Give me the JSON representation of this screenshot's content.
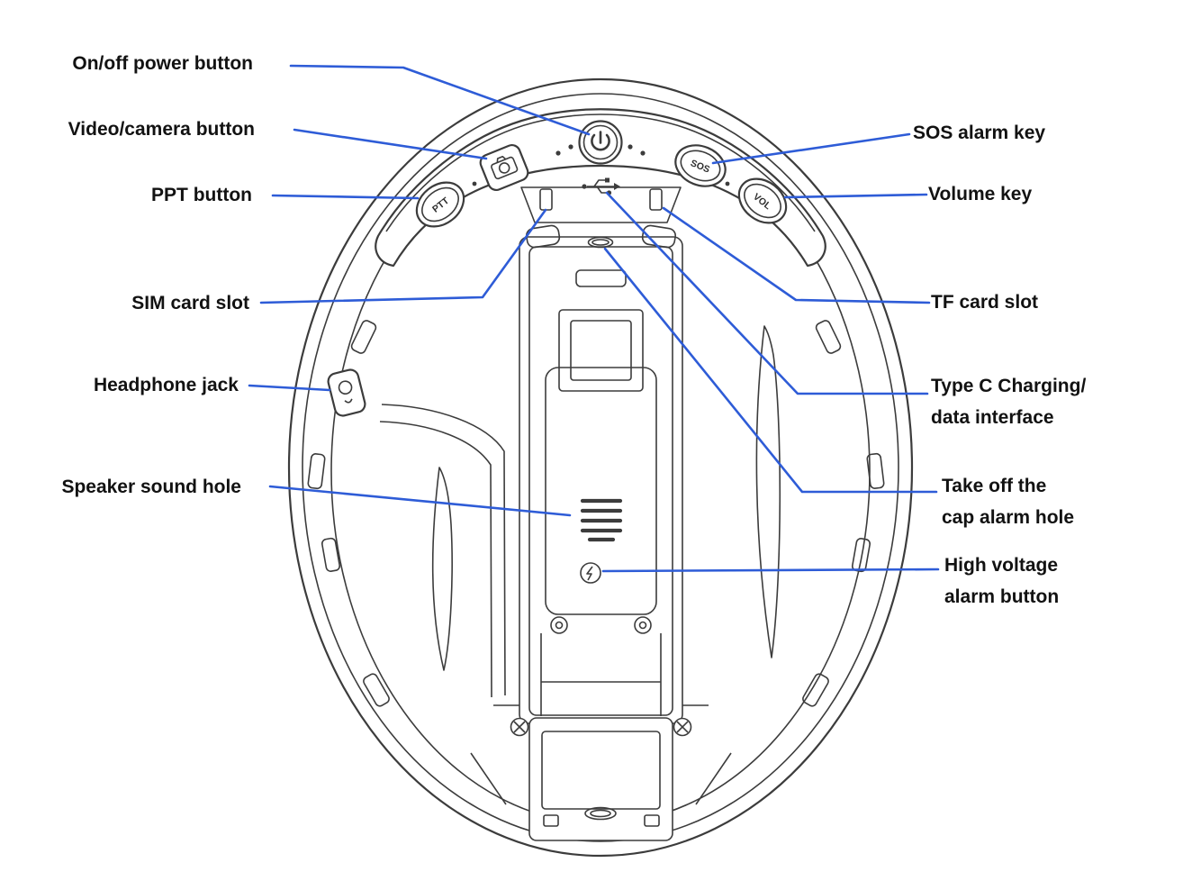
{
  "labels": {
    "power": "On/off power button",
    "camera": "Video/camera button",
    "ppt": "PPT button",
    "sim": "SIM card slot",
    "headphone": "Headphone jack",
    "speaker": "Speaker sound hole",
    "sos": "SOS alarm key",
    "volume": "Volume key",
    "tf": "TF card slot",
    "typec_line1": "Type C Charging/",
    "typec_line2": "data interface",
    "cap_line1": "Take off the",
    "cap_line2": "cap alarm hole",
    "hv_line1": "High voltage",
    "hv_line2": "alarm button"
  },
  "device_art": {
    "ptt_text": "PTT",
    "sos_text": "SOS",
    "vol_text": "VOL"
  },
  "colors": {
    "leader_line": "#2e5cd7",
    "line_art": "#3c3c3c",
    "label_text": "#121212",
    "background": "#ffffff"
  }
}
